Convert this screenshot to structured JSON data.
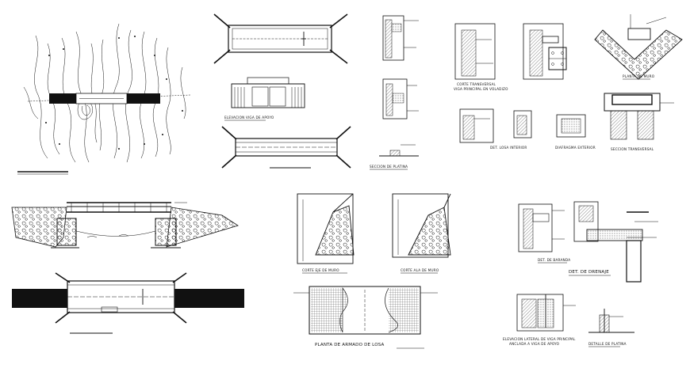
{
  "drawing": {
    "background": "#ffffff",
    "ink": "#111111",
    "labels": {
      "elev_viga_apoyo": "ELEVACION VIGA DE APOYO",
      "corte_transversal_viga": "CORTE TRANSVERSAL",
      "corte_transversal_viga_2": "VIGA PRINCIPAL EN VOLADIZO",
      "planta_muro": "PLANTA DE MURO",
      "seccion_platina": "SECCION DE PLATINA",
      "det_losa_interior": "DET. LOSA INTERIOR",
      "diafragma_exterior": "DIAFRAGMA EXTERIOR",
      "seccion_transversal": "SECCION TRANSVERSAL",
      "corte_eje_muro": "CORTE EJE DE MURO",
      "corte_ala_muro": "CORTE ALA DE MURO",
      "det_baranda": "DET. DE BARANDA",
      "det_drenaje": "DET. DE DRENAJE",
      "planta_armado_losa": "PLANTA DE ARMADO DE LOSA",
      "elev_lateral_viga": "ELEVACION LATERAL DE VIGA PRINCIPAL",
      "elev_lateral_viga_2": "ANCLADA A VIGA DE APOYO",
      "detalle_platina": "DETALLE DE PLATINA"
    }
  }
}
